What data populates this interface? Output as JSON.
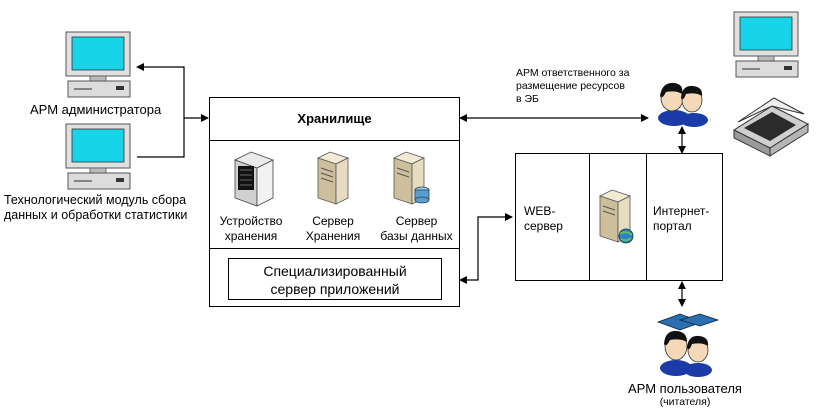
{
  "labels": {
    "admin_workstation": "АРМ администратора",
    "tech_module_line1": "Технологический модуль сбора",
    "tech_module_line2": "данных и обработки статистики",
    "storage_title": "Хранилище",
    "storage_device_line1": "Устройство",
    "storage_device_line2": "хранения",
    "storage_server_line1": "Сервер",
    "storage_server_line2": "Хранения",
    "db_server_line1": "Сервер",
    "db_server_line2": "базы данных",
    "app_server_line1": "Специализированный",
    "app_server_line2": "сервер приложений",
    "responsible_line1": "АРМ ответственного за",
    "responsible_line2": "размещение ресурсов",
    "responsible_line3": "в ЭБ",
    "web_server_line1": "WEB-",
    "web_server_line2": "сервер",
    "internet_portal_line1": "Интернет-",
    "internet_portal_line2": "портал",
    "user_workstation": "АРМ пользователя",
    "reader": "(читателя)"
  },
  "colors": {
    "monitor_screen": "#17d4e8",
    "device_body": "#d8d8d8",
    "server_body": "#e6dcc0",
    "person_hair": "#111111",
    "person_shirt": "#1a3ba8",
    "cap": "#2a6fb0"
  },
  "icons": [
    "computer-icon",
    "server-icon",
    "storage-device-icon",
    "database-server-icon",
    "person-icon",
    "scanner-icon",
    "graduate-icon"
  ]
}
